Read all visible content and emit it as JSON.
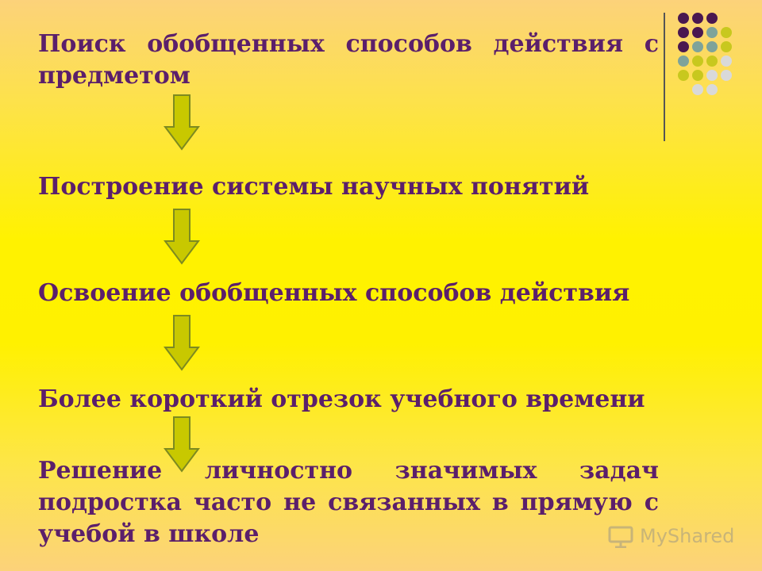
{
  "steps": [
    {
      "text": "Поиск обобщенных способов действия с предметом"
    },
    {
      "text": "Построение системы научных понятий"
    },
    {
      "text": "Освоение обобщенных способов действия"
    },
    {
      "text": "Более короткий отрезок учебного времени"
    },
    {
      "text": "Решение личностно значимых задач подростка часто не связанных в прямую с учебой в школе"
    }
  ],
  "watermark": "MyShared",
  "colors": {
    "text": "#5b1f6b",
    "arrow_fill": "#c8c800",
    "arrow_stroke": "#7d8a20",
    "dot_purple": "#4a1850",
    "dot_teal": "#7ea39a",
    "dot_olive": "#c8c81e",
    "dot_grey": "#d9d9d9"
  }
}
